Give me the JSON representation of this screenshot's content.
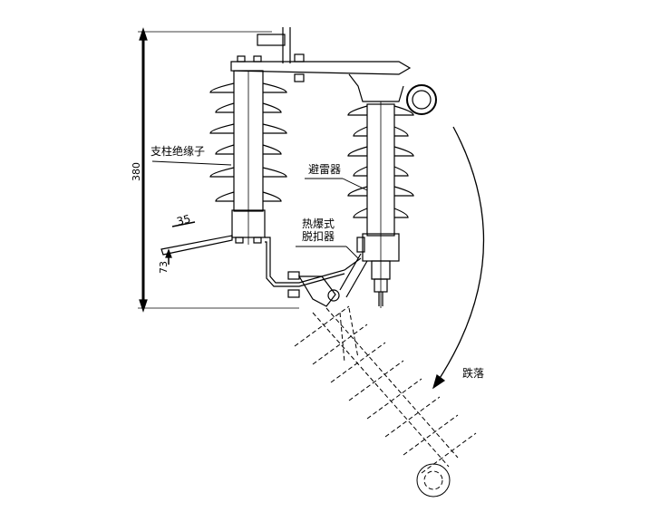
{
  "labels": {
    "post_insulator": "支柱绝缘子",
    "arrester": "避雷器",
    "thermal_release_line1": "热爆式",
    "thermal_release_line2": "脱扣器",
    "drop": "跌落"
  },
  "dimensions": {
    "height": "380",
    "hole_spacing": "35",
    "bracket_offset": "73"
  },
  "colors": {
    "line": "#000000",
    "background": "#ffffff"
  }
}
